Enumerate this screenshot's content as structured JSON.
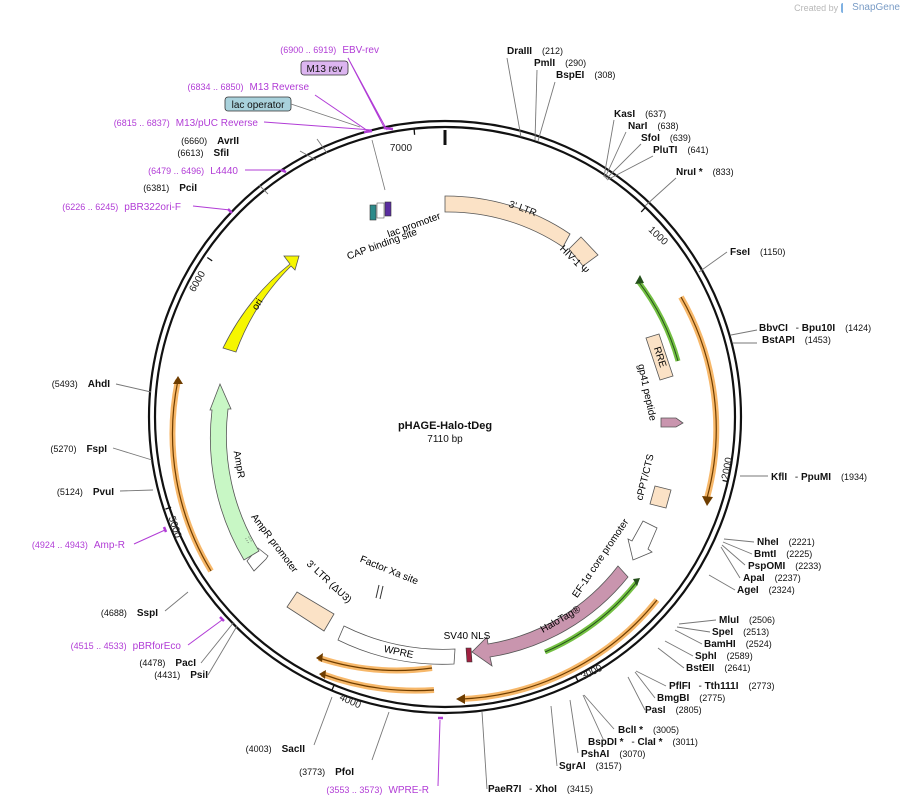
{
  "credit": {
    "prefix": "Created by",
    "brand": "SnapGene"
  },
  "plasmid": {
    "name": "pHAGE-Halo-tDeg",
    "length_label": "7110 bp"
  },
  "ticks": [
    {
      "pos": 1000,
      "label": "1000"
    },
    {
      "pos": 2000,
      "label": "2000"
    },
    {
      "pos": 3000,
      "label": "3000"
    },
    {
      "pos": 4000,
      "label": "4000"
    },
    {
      "pos": 5000,
      "label": "5000"
    },
    {
      "pos": 6000,
      "label": "6000"
    },
    {
      "pos": 7000,
      "label": "7000"
    }
  ],
  "sites": [
    {
      "name": "DraIII",
      "pos": "(212)"
    },
    {
      "name": "PmlI",
      "pos": "(290)"
    },
    {
      "name": "BspEI",
      "pos": "(308)"
    },
    {
      "name": "KasI",
      "pos": "(637)"
    },
    {
      "name": "NarI",
      "pos": "(638)"
    },
    {
      "name": "SfoI",
      "pos": "(639)"
    },
    {
      "name": "PluTI",
      "pos": "(641)"
    },
    {
      "name": "NruI *",
      "pos": "(833)"
    },
    {
      "name": "FseI",
      "pos": "(1150)"
    },
    {
      "name": "BbvCI",
      "name2": "Bpu10I",
      "pos": "(1424)"
    },
    {
      "name": "BstAPI",
      "pos": "(1453)"
    },
    {
      "name": "KflI",
      "name2": "PpuMI",
      "pos": "(1934)"
    },
    {
      "name": "NheI",
      "pos": "(2221)"
    },
    {
      "name": "BmtI",
      "pos": "(2225)"
    },
    {
      "name": "PspOMI",
      "pos": "(2233)"
    },
    {
      "name": "ApaI",
      "pos": "(2237)"
    },
    {
      "name": "AgeI",
      "pos": "(2324)"
    },
    {
      "name": "MluI",
      "pos": "(2506)"
    },
    {
      "name": "SpeI",
      "pos": "(2513)"
    },
    {
      "name": "BamHI",
      "pos": "(2524)"
    },
    {
      "name": "SphI",
      "pos": "(2589)"
    },
    {
      "name": "BstEII",
      "pos": "(2641)"
    },
    {
      "name": "PflFI",
      "name2": "Tth111I",
      "pos": "(2773)"
    },
    {
      "name": "BmgBI",
      "pos": "(2775)"
    },
    {
      "name": "PasI",
      "pos": "(2805)"
    },
    {
      "name": "BclI *",
      "pos": "(3005)"
    },
    {
      "name": "BspDI *",
      "name2": "ClaI *",
      "pos": "(3011)"
    },
    {
      "name": "PshAI",
      "pos": "(3070)"
    },
    {
      "name": "SgrAI",
      "pos": "(3157)"
    },
    {
      "name": "PaeR7I",
      "name2": "XhoI",
      "pos": "(3415)"
    },
    {
      "name": "PfoI",
      "pos": "(3773)"
    },
    {
      "name": "SacII",
      "pos": "(4003)"
    },
    {
      "name": "PsiI",
      "pos": "(4431)"
    },
    {
      "name": "PacI",
      "pos": "(4478)"
    },
    {
      "name": "SspI",
      "pos": "(4688)"
    },
    {
      "name": "PvuI",
      "pos": "(5124)"
    },
    {
      "name": "FspI",
      "pos": "(5270)"
    },
    {
      "name": "AhdI",
      "pos": "(5493)"
    },
    {
      "name": "PciI",
      "pos": "(6381)"
    },
    {
      "name": "SfiI",
      "pos": "(6613)"
    },
    {
      "name": "AvrII",
      "pos": "(6660)"
    }
  ],
  "primers": [
    {
      "range": "(6900 .. 6919)",
      "name": "EBV-rev"
    },
    {
      "range": "(6834 .. 6850)",
      "name": "M13 Reverse"
    },
    {
      "range": "(6815 .. 6837)",
      "name": "M13/pUC Reverse"
    },
    {
      "range": "(6479 .. 6496)",
      "name": "L4440"
    },
    {
      "range": "(6226 .. 6245)",
      "name": "pBR322ori-F"
    },
    {
      "range": "(4924 .. 4943)",
      "name": "Amp-R"
    },
    {
      "range": "(4515 .. 4533)",
      "name": "pBRforEco"
    },
    {
      "range": "(3553 .. 3573)",
      "name": "WPRE-R"
    }
  ],
  "boxed": [
    {
      "label": "M13 rev"
    },
    {
      "label": "lac operator"
    }
  ],
  "features": [
    {
      "label": "3' LTR"
    },
    {
      "label": "HIV-1 Ψ"
    },
    {
      "label": "RRE"
    },
    {
      "label": "gp41 peptide"
    },
    {
      "label": "cPPT/CTS"
    },
    {
      "label": "EF-1α core promoter"
    },
    {
      "label": "HaloTag®"
    },
    {
      "label": "SV40 NLS"
    },
    {
      "label": "WPRE"
    },
    {
      "label": "Factor Xa site"
    },
    {
      "label": "3' LTR (ΔU3)"
    },
    {
      "label": "AmpR promoter"
    },
    {
      "label": "AmpR"
    },
    {
      "label": "ori"
    },
    {
      "label": "lac promoter"
    },
    {
      "label": "CAP binding site"
    }
  ],
  "colors": {
    "backbone": "#111111",
    "site_line": "#777777",
    "primer": "#b13cd6",
    "ltr": "#fbe2c6",
    "ori": "#f6f600",
    "ampr": "#c8f7c5",
    "halotag": "#c995ae",
    "orf_orange": "#f7b86a",
    "orf_green": "#74c043",
    "m13_fill": "#dcb5f0",
    "lacop_fill": "#a9d2dc"
  }
}
